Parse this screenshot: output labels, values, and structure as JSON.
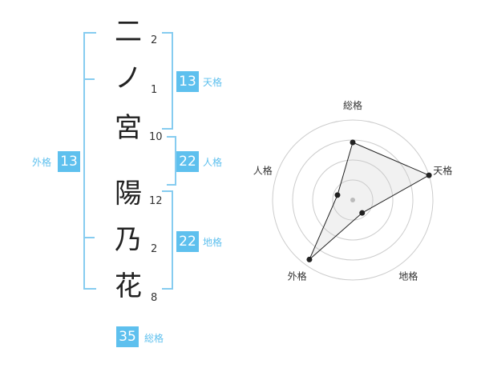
{
  "name": {
    "chars": [
      "二",
      "ノ",
      "宮",
      "陽",
      "乃",
      "花"
    ],
    "strokes": [
      "2",
      "1",
      "10",
      "12",
      "2",
      "8"
    ]
  },
  "kaku": {
    "ten": {
      "value": "13",
      "label": "天格"
    },
    "jin": {
      "value": "22",
      "label": "人格"
    },
    "chi": {
      "value": "22",
      "label": "地格"
    },
    "gai": {
      "value": "13",
      "label": "外格"
    },
    "sou": {
      "value": "35",
      "label": "総格"
    }
  },
  "colors": {
    "accent": "#5ec0ee",
    "bracket": "#86ccf0"
  },
  "chart_data": {
    "type": "radar",
    "axes": [
      "総格",
      "天格",
      "地格",
      "外格",
      "人格"
    ],
    "values": [
      0.72,
      1.0,
      0.2,
      0.92,
      0.2
    ],
    "rings": 4,
    "grid": true
  }
}
